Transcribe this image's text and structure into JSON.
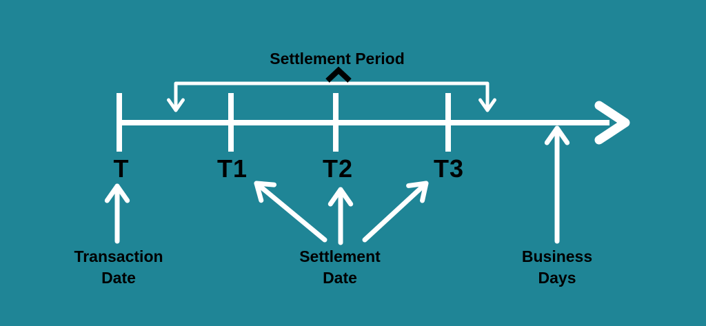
{
  "colors": {
    "background": "#1F8596",
    "line": "#FFFFFF",
    "text": "#000000"
  },
  "diagram": {
    "settlement_period_label": "Settlement Period",
    "tick_labels": [
      "T",
      "T1",
      "T2",
      "T3"
    ],
    "captions": {
      "transaction_date": "Transaction\nDate",
      "settlement_date": "Settlement\nDate",
      "business_days": "Business\nDays"
    }
  }
}
